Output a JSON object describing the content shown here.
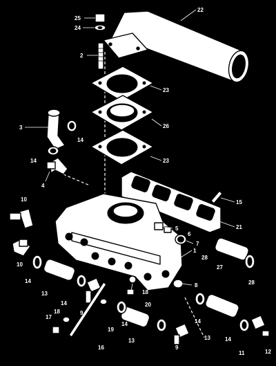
{
  "diagram": {
    "background_color": "#000000",
    "line_color": "#ffffff",
    "callouts": [
      "25",
      "24",
      "22",
      "2",
      "23",
      "3",
      "14",
      "26",
      "14",
      "23",
      "4",
      "15",
      "10",
      "5",
      "6",
      "21",
      "7",
      "1",
      "10",
      "27",
      "28",
      "14",
      "13",
      "8",
      "18",
      "14",
      "20",
      "28",
      "9",
      "19",
      "14",
      "17",
      "18",
      "13",
      "16",
      "9",
      "14",
      "13",
      "14",
      "11",
      "12"
    ]
  }
}
